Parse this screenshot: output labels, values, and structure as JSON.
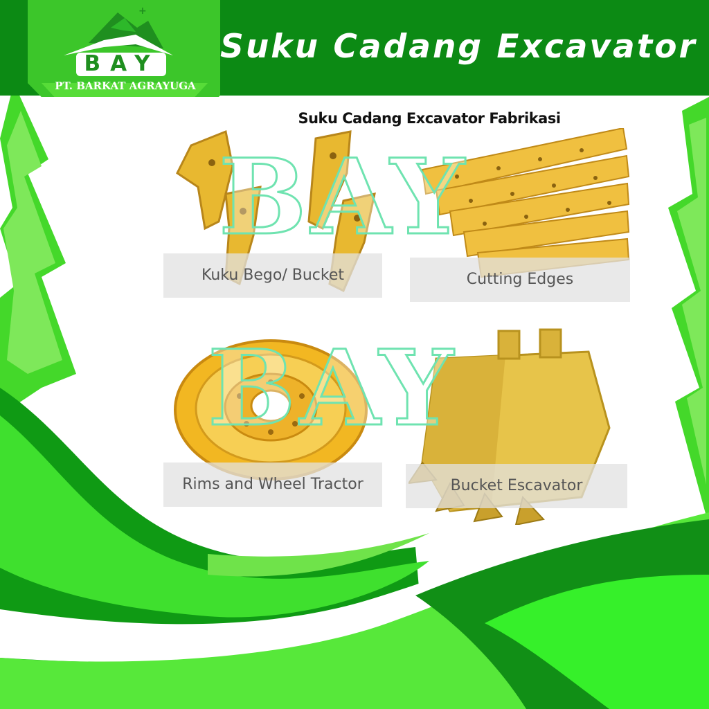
{
  "header": {
    "title": "Suku Cadang Excavator",
    "colors": {
      "dark_green": "#0c8a14",
      "bright_green": "#33e02a",
      "lime": "#5be32f"
    }
  },
  "logo": {
    "mark_text": "BAY",
    "company": "PT. BARKAT AGRAYUGA",
    "icon": "mountain-logo-icon"
  },
  "subtitle": "Suku Cadang Excavator Fabrikasi",
  "products": [
    {
      "label": "Kuku Bego/ Bucket",
      "icon": "bucket-teeth-icon"
    },
    {
      "label": "Cutting Edges",
      "icon": "cutting-edge-plates-icon"
    },
    {
      "label": "Rims and Wheel Tractor",
      "icon": "wheel-rim-icon"
    },
    {
      "label": "Bucket Escavator",
      "icon": "excavator-bucket-icon"
    }
  ],
  "watermark": {
    "text": "BAY",
    "color": "#6fe3b0"
  }
}
